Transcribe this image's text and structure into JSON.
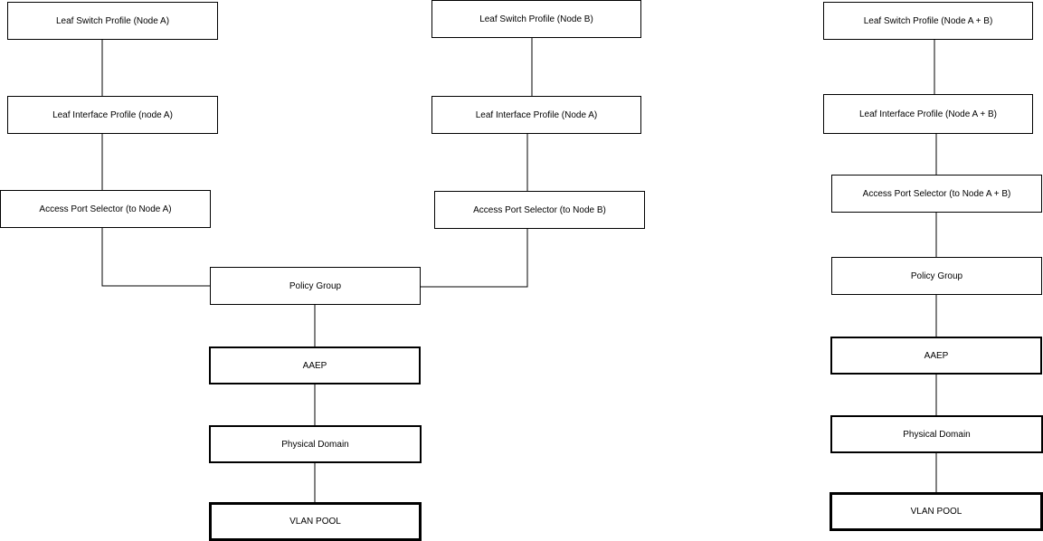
{
  "diagram": {
    "line_color": "#000000",
    "box_border_color": "#000000",
    "left_tree": {
      "switch_a": "Leaf Switch Profile (Node A)",
      "interface_a": "Leaf Interface Profile (node A)",
      "selector_a": "Access Port Selector (to Node A)",
      "switch_b": "Leaf Switch Profile (Node B)",
      "interface_b": "Leaf Interface Profile (Node A)",
      "selector_b": "Access Port Selector (to Node B)",
      "policy_group": "Policy Group",
      "aaep": "AAEP",
      "physical_domain": "Physical Domain",
      "vlan_pool": "VLAN POOL"
    },
    "right_tree": {
      "switch": "Leaf Switch Profile (Node A + B)",
      "interface": "Leaf Interface Profile (Node A + B)",
      "selector": "Access Port Selector (to Node A + B)",
      "policy_group": "Policy Group",
      "aaep": "AAEP",
      "physical_domain": "Physical Domain",
      "vlan_pool": "VLAN POOL"
    }
  }
}
